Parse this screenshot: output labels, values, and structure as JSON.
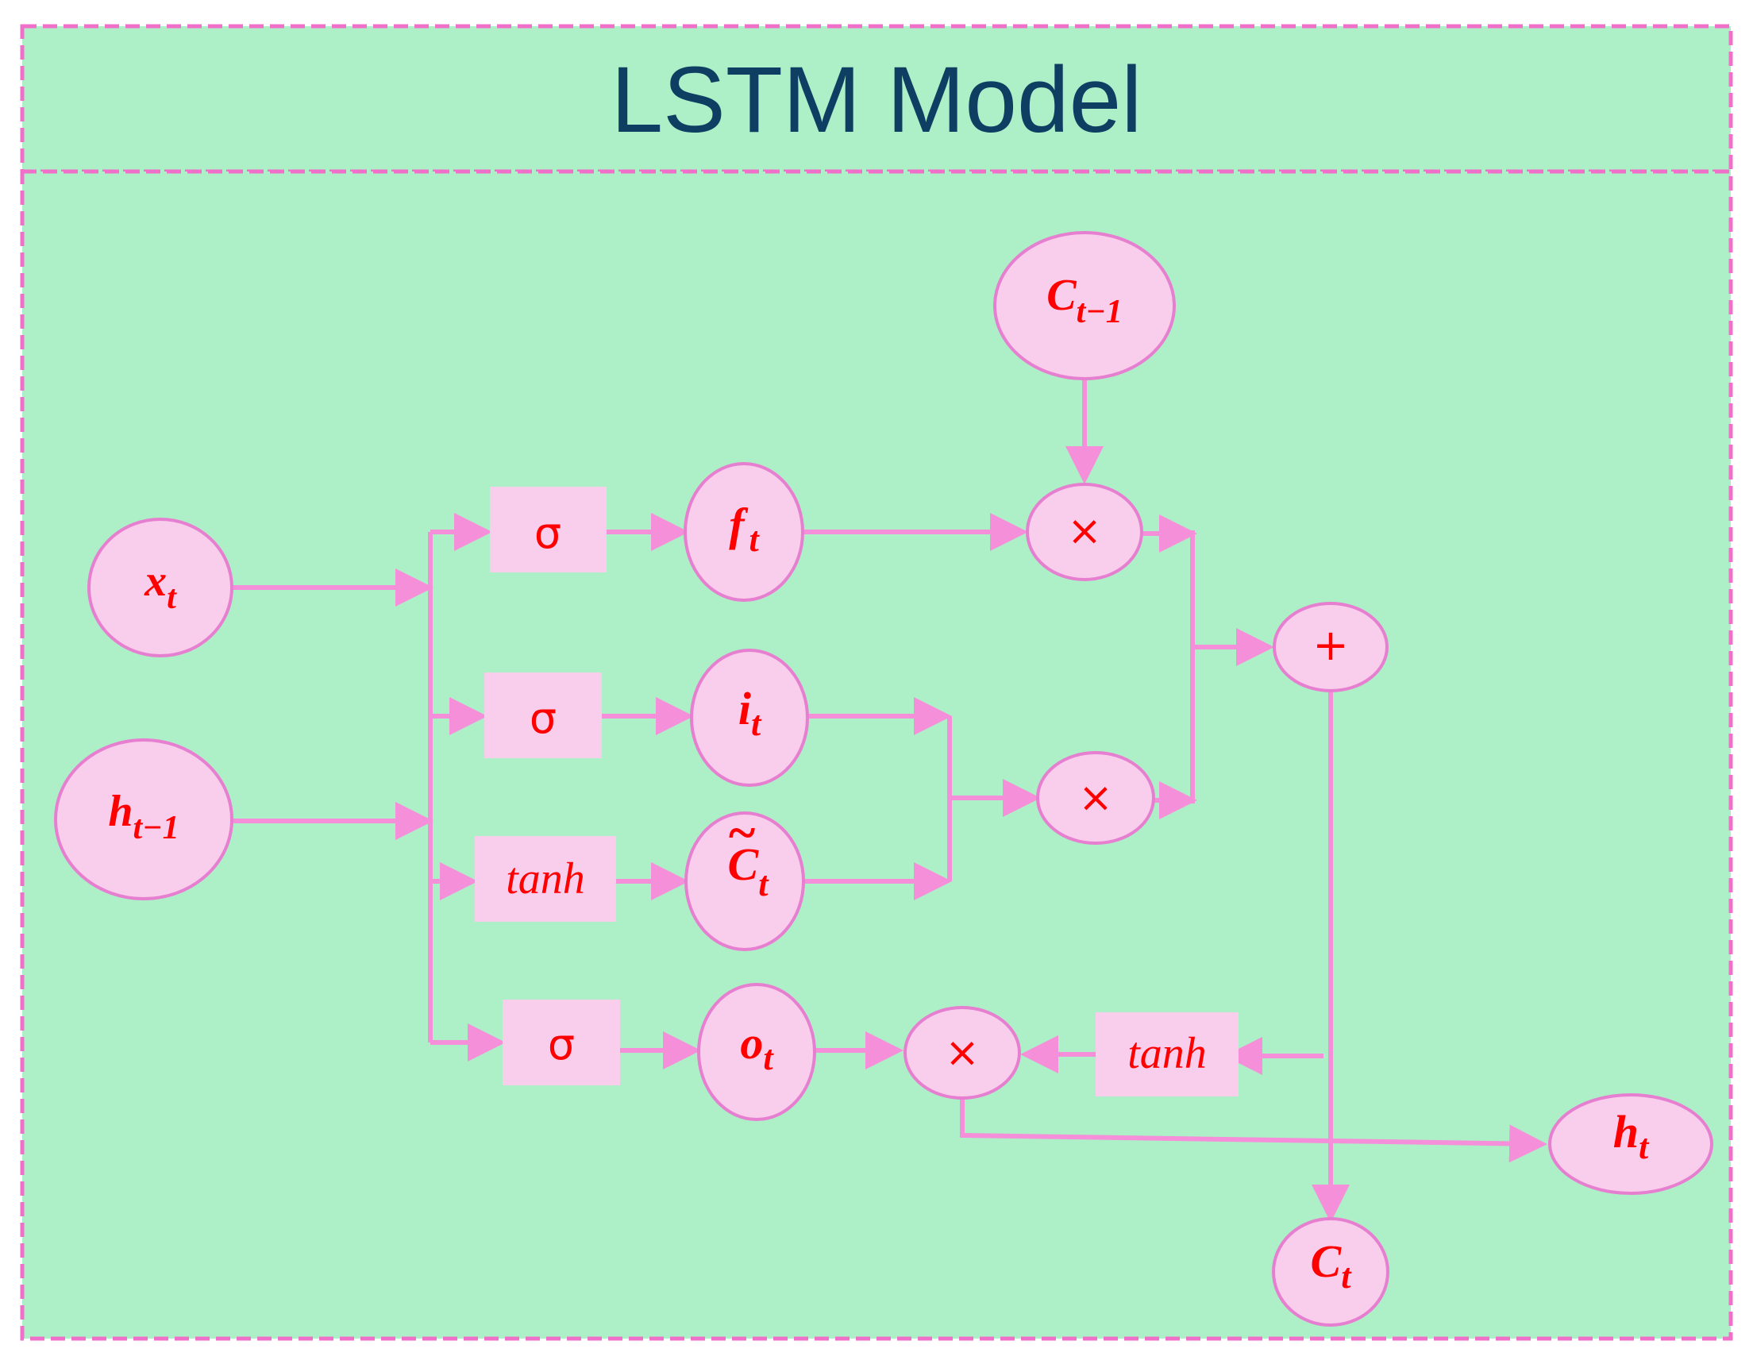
{
  "title": "LSTM Model",
  "inputs": {
    "x_base": "x",
    "x_sub": "t",
    "h_prev_base": "h",
    "h_prev_sub": "t−1",
    "c_prev_base": "C",
    "c_prev_sub": "t−1"
  },
  "gates": {
    "forget_label": "σ",
    "input_label": "σ",
    "candidate_label": "tanh",
    "output_label": "σ",
    "output_tanh_label": "tanh"
  },
  "states": {
    "f_base": "f",
    "f_sub": "t",
    "i_base": "i",
    "i_sub": "t",
    "ctilde_base": "C",
    "ctilde_sub": "t",
    "ctilde_accent": "~",
    "o_base": "o",
    "o_sub": "t"
  },
  "operators": {
    "multiply_forget": "×",
    "multiply_input": "×",
    "add_cell": "+",
    "multiply_output": "×"
  },
  "outputs": {
    "h_base": "h",
    "h_sub": "t",
    "c_base": "C",
    "c_sub": "t"
  },
  "colors": {
    "background": "#adf0c7",
    "border": "#ef6fc9",
    "node_fill": "#f9cdec",
    "node_stroke": "#e67fd0",
    "arrow": "#f58fd9",
    "label_text": "#ff0000",
    "title_text": "#0e3f63"
  }
}
